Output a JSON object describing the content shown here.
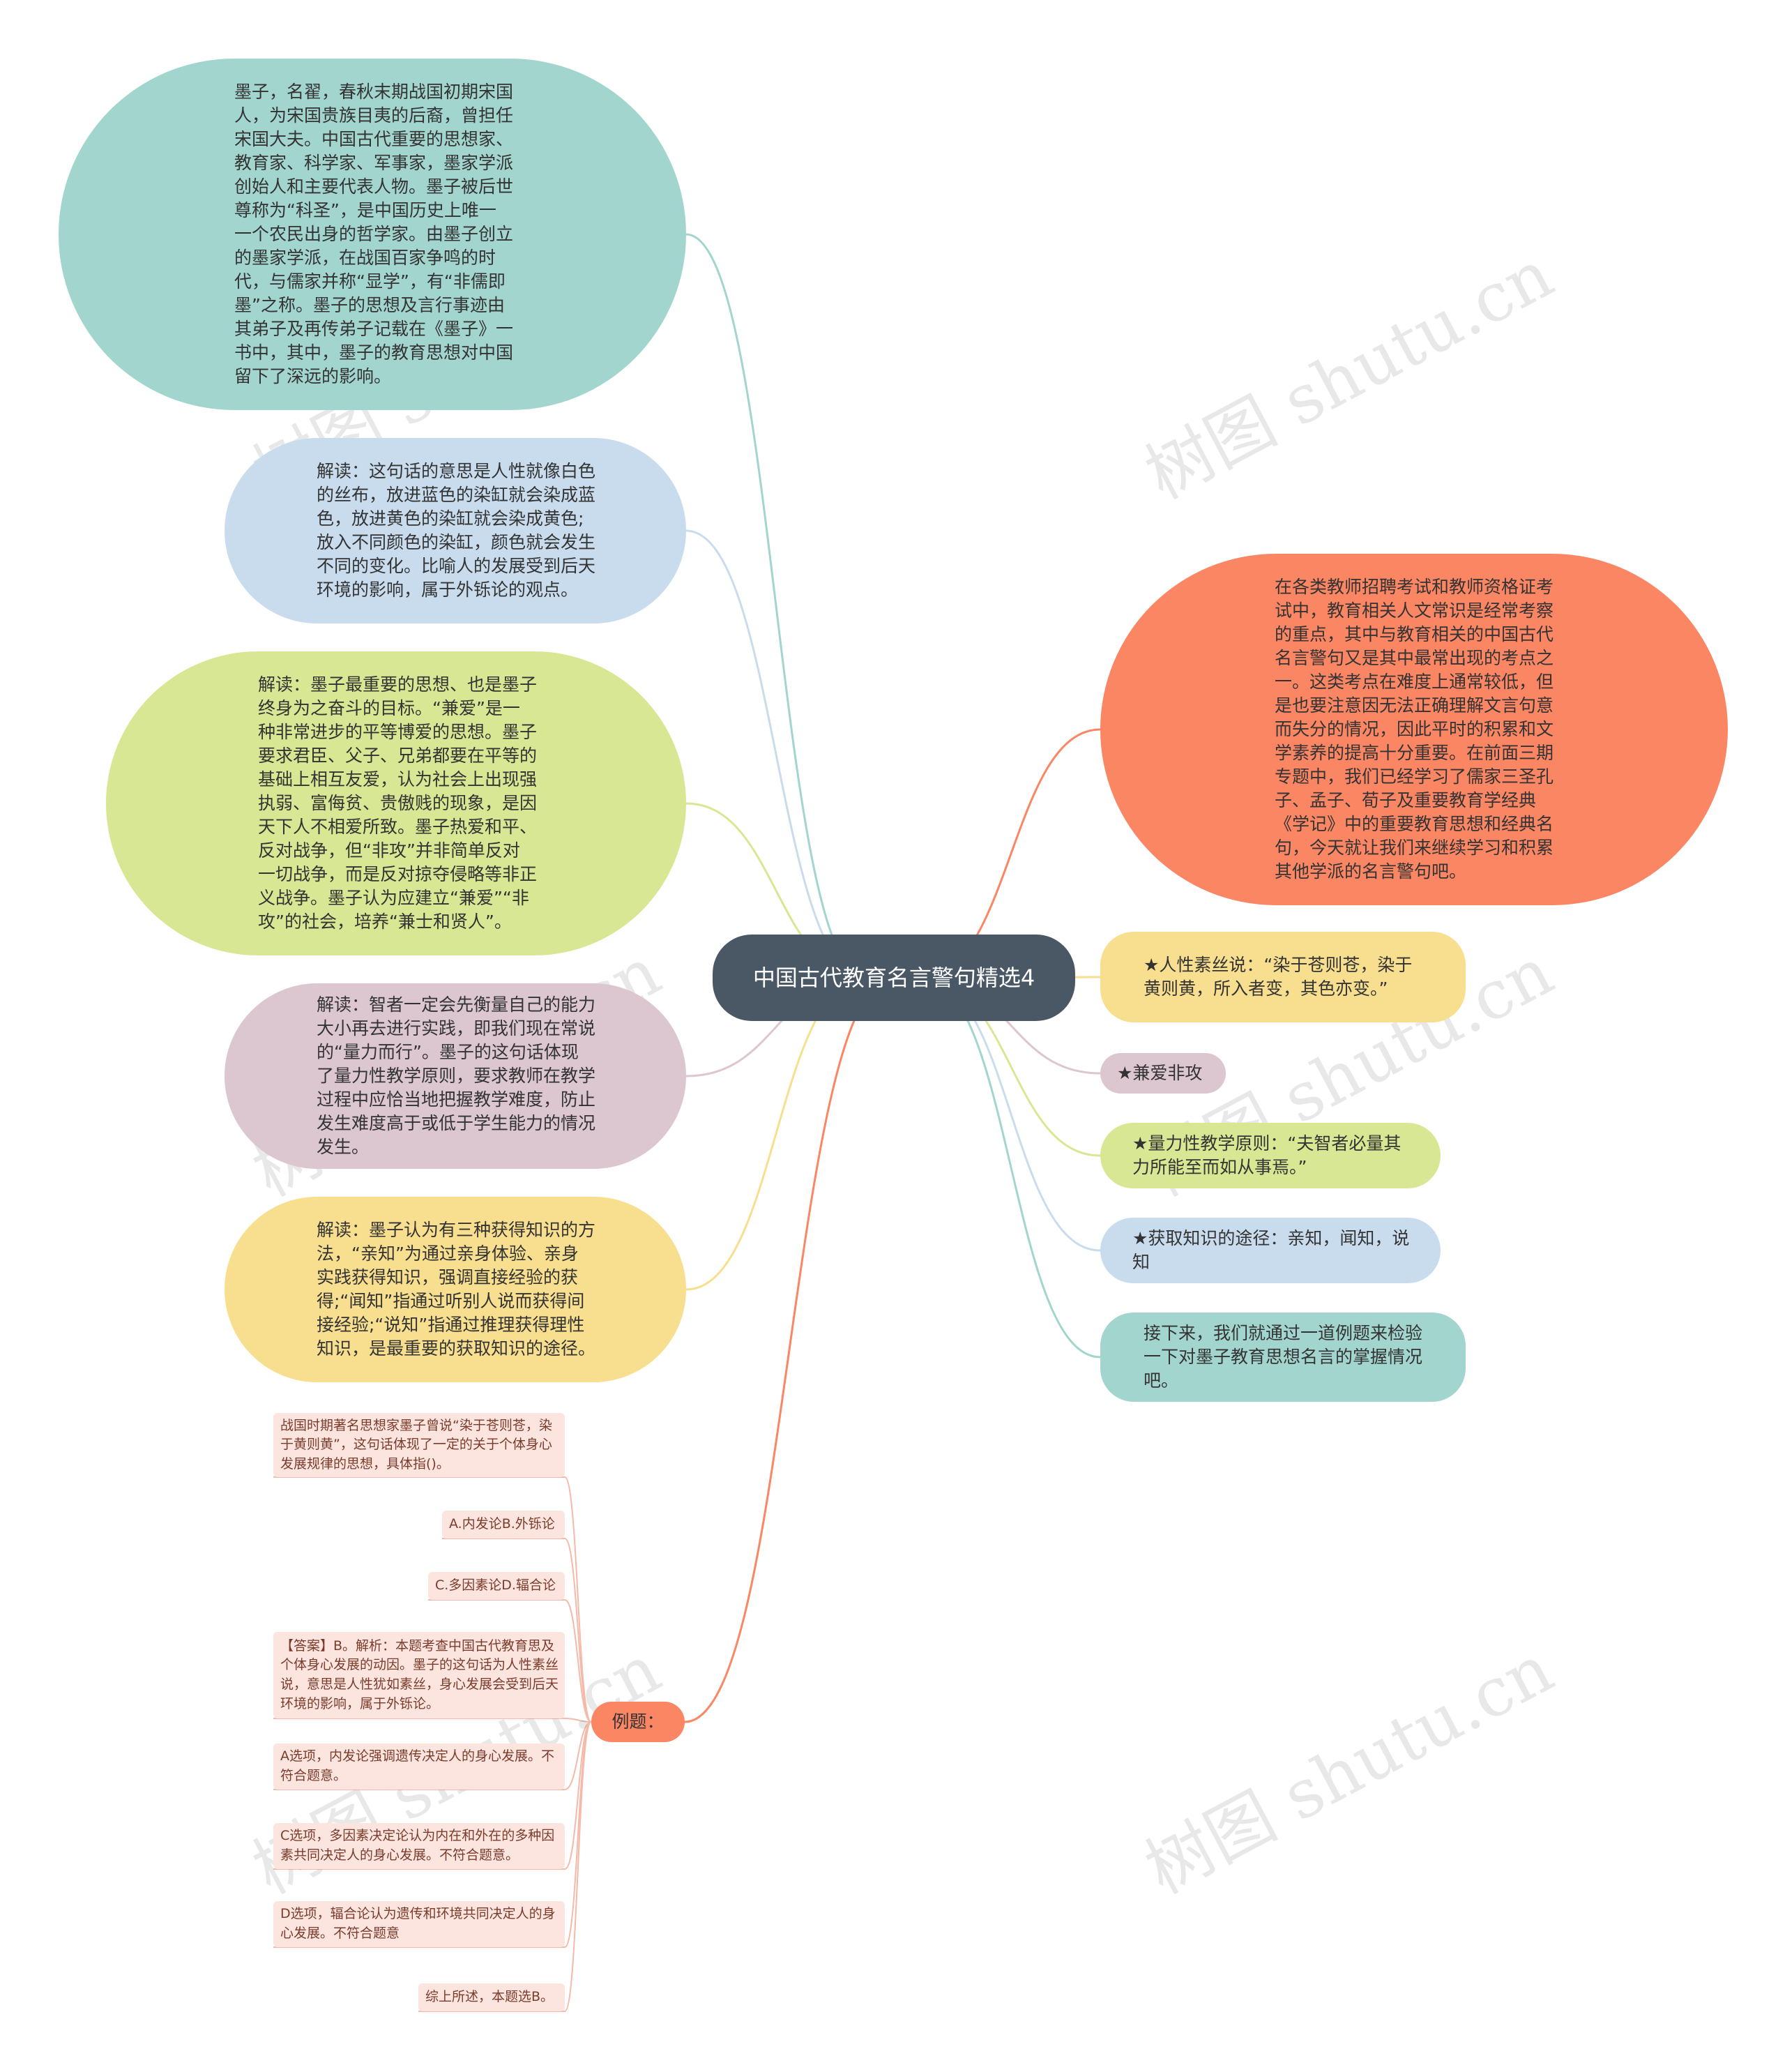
{
  "center": {
    "label": "中国古代教育名言警句精选4"
  },
  "left_nodes": [
    {
      "text": "墨子，名翟，春秋末期战国初期宋国人，为宋国贵族目夷的后裔，曾担任宋国大夫。中国古代重要的思想家、教育家、科学家、军事家，墨家学派创始人和主要代表人物。墨子被后世尊称为“科圣”，是中国历史上唯一一个农民出身的哲学家。由墨子创立的墨家学派，在战国百家争鸣的时代，与儒家并称“显学”，有“非儒即墨”之称。墨子的思想及言行事迹由其弟子及再传弟子记载在《墨子》一书中，其中，墨子的教育思想对中国留下了深远的影响。",
      "color": "#a3d5cf"
    },
    {
      "text": "解读：这句话的意思是人性就像白色的丝布，放进蓝色的染缸就会染成蓝色，放进黄色的染缸就会染成黄色;放入不同颜色的染缸，颜色就会发生不同的变化。比喻人的发展受到后天环境的影响，属于外铄论的观点。",
      "color": "#c9dcee"
    },
    {
      "text": "解读：墨子最重要的思想、也是墨子终身为之奋斗的目标。“兼爱”是一种非常进步的平等博爱的思想。墨子要求君臣、父子、兄弟都要在平等的基础上相互友爱，认为社会上出现强执弱、富侮贫、贵傲贱的现象，是因天下人不相爱所致。墨子热爱和平、反对战争，但“非攻”并非简单反对一切战争，而是反对掠夺侵略等非正义战争。墨子认为应建立“兼爱”“非攻”的社会，培养“兼士和贤人”。",
      "color": "#d8e793"
    },
    {
      "text": "解读：智者一定会先衡量自己的能力大小再去进行实践，即我们现在常说的“量力而行”。墨子的这句话体现了量力性教学原则，要求教师在教学过程中应恰当地把握教学难度，防止发生难度高于或低于学生能力的情况发生。",
      "color": "#dcc7d0"
    },
    {
      "text": "解读：墨子认为有三种获得知识的方法，“亲知”为通过亲身体验、亲身实践获得知识，强调直接经验的获得;“闻知”指通过听别人说而获得间接经验;“说知”指通过推理获得理性知识，是最重要的获取知识的途径。",
      "color": "#f8df8f"
    }
  ],
  "right_nodes": [
    {
      "text": "在各类教师招聘考试和教师资格证考试中，教育相关人文常识是经常考察的重点，其中与教育相关的中国古代名言警句又是其中最常出现的考点之一。这类考点在难度上通常较低，但是也要注意因无法正确理解文言句意而失分的情况，因此平时的积累和文学素养的提高十分重要。在前面三期专题中，我们已经学习了儒家三圣孔子、孟子、荀子及重要教育学经典《学记》中的重要教育思想和经典名句，今天就让我们来继续学习和积累其他学派的名言警句吧。",
      "color": "#fb8664"
    },
    {
      "text": "★人性素丝说：“染于苍则苍，染于黄则黄，所入者变，其色亦变。”",
      "color": "#f8df8f"
    },
    {
      "text": "★兼爱非攻",
      "color": "#dcc7d0"
    },
    {
      "text": "★量力性教学原则：“夫智者必量其力所能至而如从事焉。”",
      "color": "#d8e793"
    },
    {
      "text": "★获取知识的途径：亲知，闻知，说知",
      "color": "#c9dcee"
    },
    {
      "text": "接下来，我们就通过一道例题来检验一下对墨子教育思想名言的掌握情况吧。",
      "color": "#a3d5cf"
    }
  ],
  "example": {
    "label": "例题：",
    "color": "#fb8664",
    "items": [
      "战国时期著名思想家墨子曾说“染于苍则苍，染于黄则黄”，这句话体现了一定的关于个体身心发展规律的思想，具体指()。",
      "A.内发论B.外铄论",
      "C.多因素论D.辐合论",
      "【答案】B。解析：本题考查中国古代教育思及个体身心发展的动因。墨子的这句话为人性素丝说，意思是人性犹如素丝，身心发展会受到后天环境的影响，属于外铄论。",
      "A选项，内发论强调遗传决定人的身心发展。不符合题意。",
      "C选项，多因素决定论认为内在和外在的多种因素共同决定人的身心发展。不符合题意。",
      "D选项，辐合论认为遗传和环境共同决定人的身心发展。不符合题意",
      "综上所述，本题选B。"
    ]
  },
  "colors": {
    "center": "#4a5866",
    "leaf_bg": "#fde5df",
    "leaf_border": "#f4b9a8"
  },
  "watermark": "树图 shutu.cn"
}
